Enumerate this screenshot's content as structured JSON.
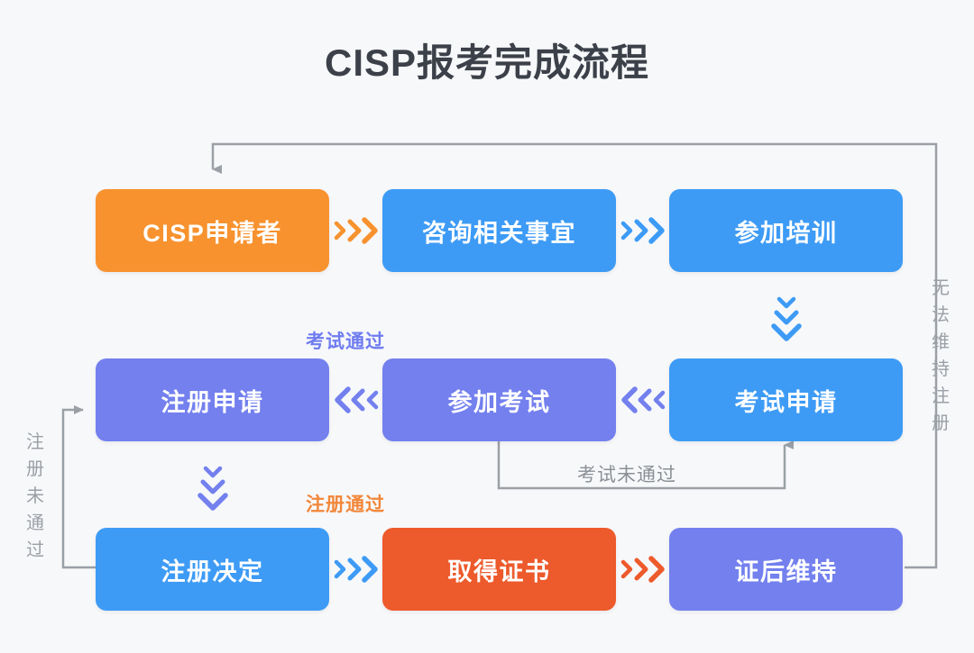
{
  "page": {
    "title": "CISP报考完成流程",
    "background": "#f7f8fa",
    "title_color": "#3b4049"
  },
  "colors": {
    "orange": "#f7922f",
    "blue": "#3d9bf5",
    "purple": "#7380ee",
    "red": "#ed5a2b",
    "line_gray": "#9aa0a6",
    "label_gray": "#8b9096"
  },
  "nodes": {
    "applicant": {
      "label": "CISP申请者",
      "color": "orange"
    },
    "consult": {
      "label": "咨询相关事宜",
      "color": "blue"
    },
    "training": {
      "label": "参加培训",
      "color": "blue"
    },
    "register_apply": {
      "label": "注册申请",
      "color": "purple"
    },
    "take_exam": {
      "label": "参加考试",
      "color": "purple"
    },
    "exam_apply": {
      "label": "考试申请",
      "color": "blue"
    },
    "register_decision": {
      "label": "注册决定",
      "color": "blue"
    },
    "get_cert": {
      "label": "取得证书",
      "color": "red"
    },
    "post_cert": {
      "label": "证后维持",
      "color": "purple"
    }
  },
  "edge_labels": {
    "exam_passed": "考试通过",
    "register_passed": "注册通过",
    "exam_failed": "考试未通过",
    "cannot_maintain": "无法维持注册",
    "register_failed": "注册未通过"
  },
  "connectors": {
    "applicant_to_consult": "chevrons-right-orange",
    "consult_to_training": "chevrons-right-blue",
    "training_to_exam_apply": "chevrons-down-blue",
    "exam_apply_to_take_exam": "chevrons-left-purple",
    "take_exam_to_register_apply": "chevrons-left-purple",
    "register_apply_to_decision": "chevrons-down-purple",
    "decision_to_cert": "chevrons-right-blue",
    "cert_to_post": "chevrons-right-red"
  }
}
